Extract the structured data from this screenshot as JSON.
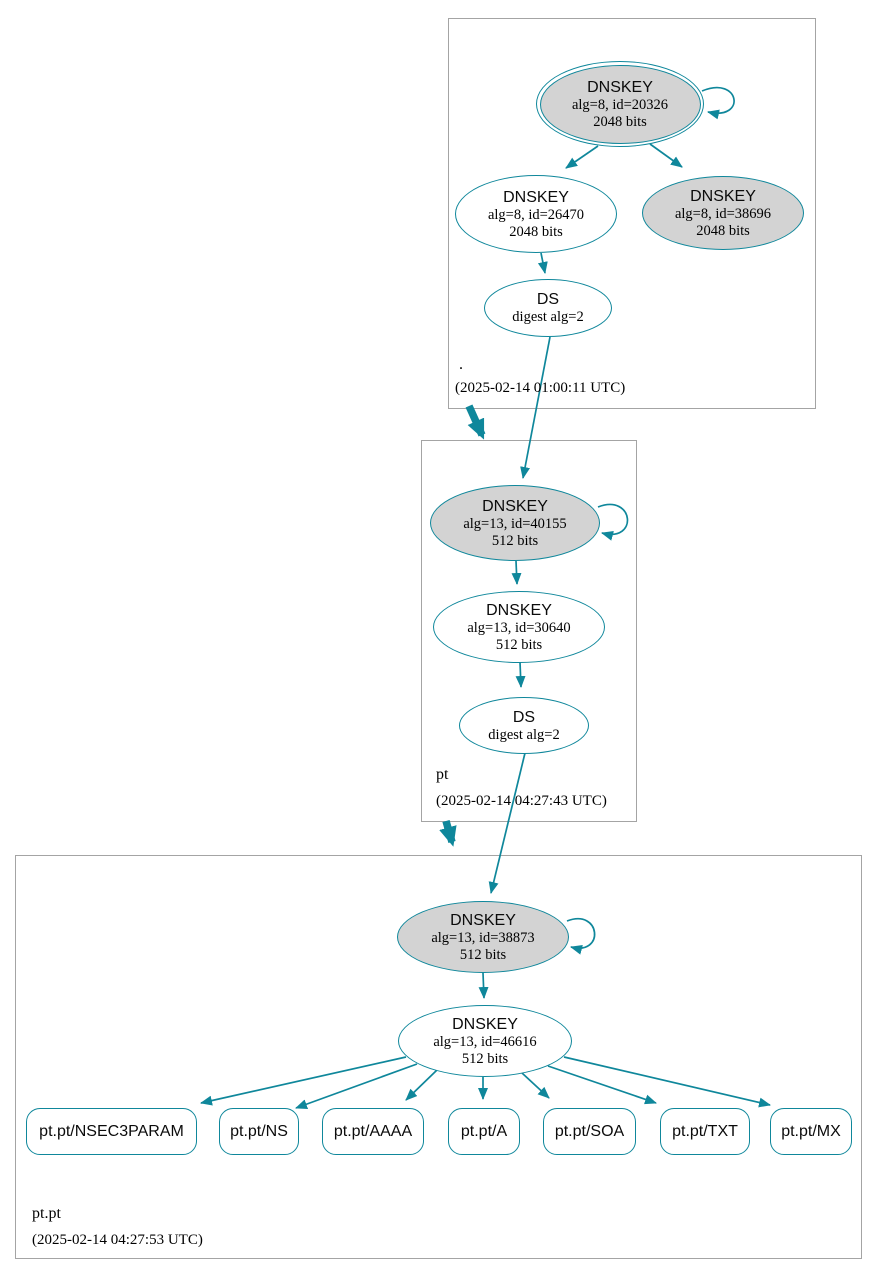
{
  "diagram": {
    "kind": "dnssec-authentication-chain",
    "colors": {
      "edge_secure": "#0f879b",
      "node_fill_signing": "#d3d3d3",
      "node_fill_plain": "#ffffff",
      "zone_box_border": "#a4a4a4",
      "text": "#000000"
    },
    "zones": [
      {
        "name": ".",
        "timestamp": "(2025-02-14 01:00:11 UTC)",
        "nodes": {
          "ksk": {
            "title": "DNSKEY",
            "detail": "alg=8, id=20326",
            "size": "2048 bits"
          },
          "zsk": {
            "title": "DNSKEY",
            "detail": "alg=8, id=26470",
            "size": "2048 bits"
          },
          "key2": {
            "title": "DNSKEY",
            "detail": "alg=8, id=38696",
            "size": "2048 bits"
          },
          "ds": {
            "title": "DS",
            "detail": "digest alg=2"
          }
        }
      },
      {
        "name": "pt",
        "timestamp": "(2025-02-14 04:27:43 UTC)",
        "nodes": {
          "ksk": {
            "title": "DNSKEY",
            "detail": "alg=13, id=40155",
            "size": "512 bits"
          },
          "zsk": {
            "title": "DNSKEY",
            "detail": "alg=13, id=30640",
            "size": "512 bits"
          },
          "ds": {
            "title": "DS",
            "detail": "digest alg=2"
          }
        }
      },
      {
        "name": "pt.pt",
        "timestamp": "(2025-02-14 04:27:53 UTC)",
        "nodes": {
          "ksk": {
            "title": "DNSKEY",
            "detail": "alg=13, id=38873",
            "size": "512 bits"
          },
          "zsk": {
            "title": "DNSKEY",
            "detail": "alg=13, id=46616",
            "size": "512 bits"
          }
        },
        "rrsets": [
          {
            "label": "pt.pt/NSEC3PARAM"
          },
          {
            "label": "pt.pt/NS"
          },
          {
            "label": "pt.pt/AAAA"
          },
          {
            "label": "pt.pt/A"
          },
          {
            "label": "pt.pt/SOA"
          },
          {
            "label": "pt.pt/TXT"
          },
          {
            "label": "pt.pt/MX"
          }
        ]
      }
    ]
  }
}
